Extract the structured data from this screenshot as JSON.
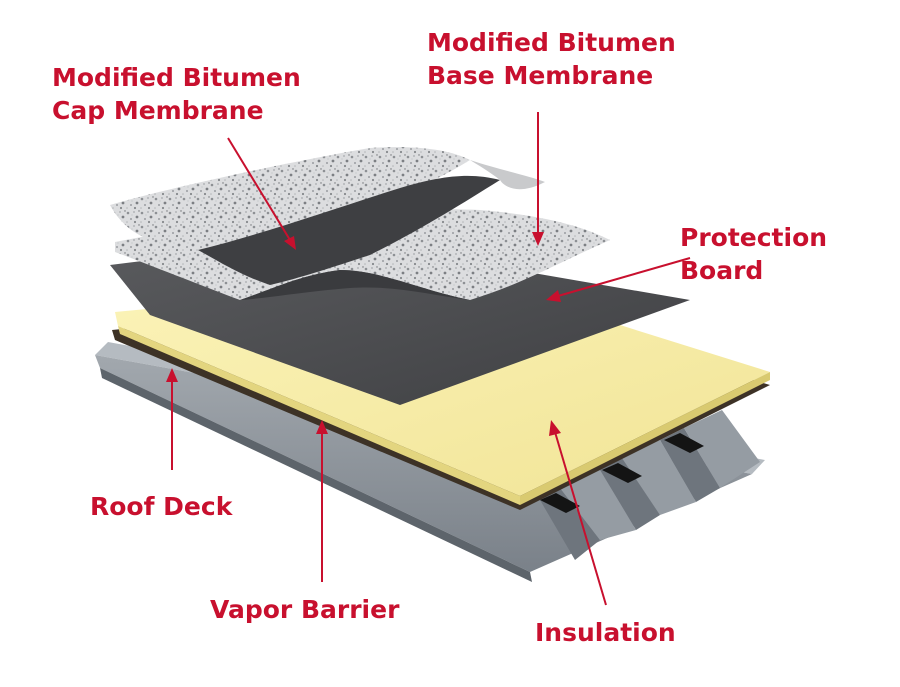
{
  "diagram": {
    "accent_color": "#c8102e",
    "layers": {
      "cap_membrane": {
        "line1": "Modified Bitumen",
        "line2": "Cap Membrane"
      },
      "base_membrane": {
        "line1": "Modified Bitumen",
        "line2": "Base Membrane"
      },
      "protection_board": {
        "line1": "Protection",
        "line2": "Board"
      },
      "roof_deck": "Roof Deck",
      "vapor_barrier": "Vapor Barrier",
      "insulation": "Insulation"
    },
    "colors": {
      "deck": "#8f969e",
      "deck_dark": "#6c737b",
      "vapor_barrier": "#3d3226",
      "insulation": "#f5eba2",
      "protection_board": "#4e4f52",
      "granules": "#d9dadb"
    }
  }
}
